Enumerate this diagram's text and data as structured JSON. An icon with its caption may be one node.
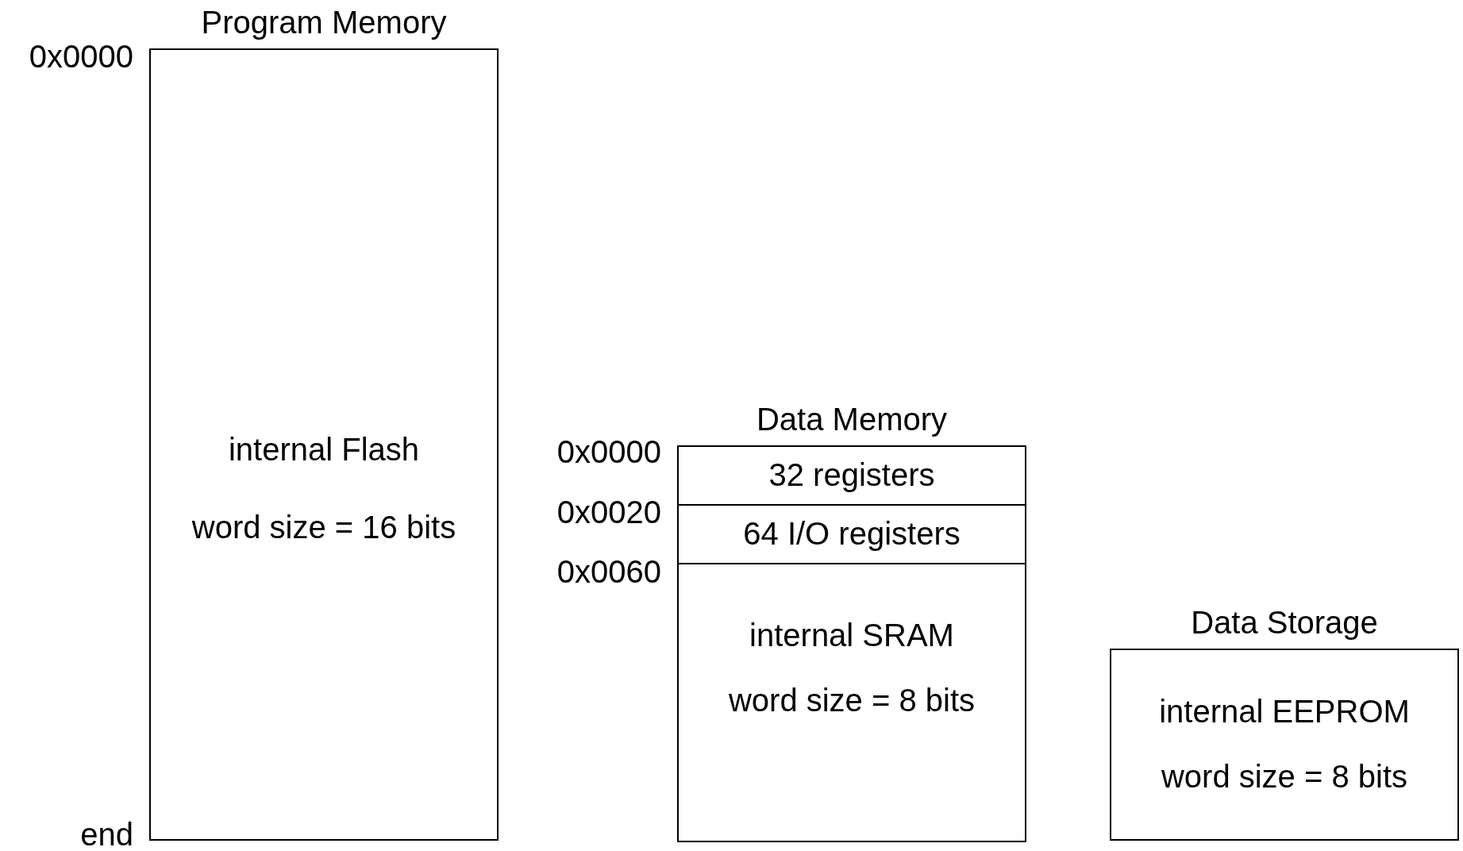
{
  "diagram": {
    "nodes": [
      {
        "text": [
          "Program Memory",
          "internal Flash",
          "word size = 16 bits"
        ]
      },
      {
        "text": [
          "Data Memory"
        ]
      },
      {
        "text": [
          "32 registers"
        ],
        "in": 1
      },
      {
        "text": [
          "64 I/O registers"
        ],
        "in": 1
      },
      {
        "text": [
          "internal SRAM",
          "word size = 8 bits"
        ],
        "in": 1
      },
      {
        "text": [
          "Data Storage",
          "internal EEPROM",
          "word size = 8 bits"
        ]
      }
    ],
    "edges": [],
    "labels": [
      "0x0000",
      "0x0000",
      "0x0020",
      "0x0060",
      "end"
    ]
  }
}
